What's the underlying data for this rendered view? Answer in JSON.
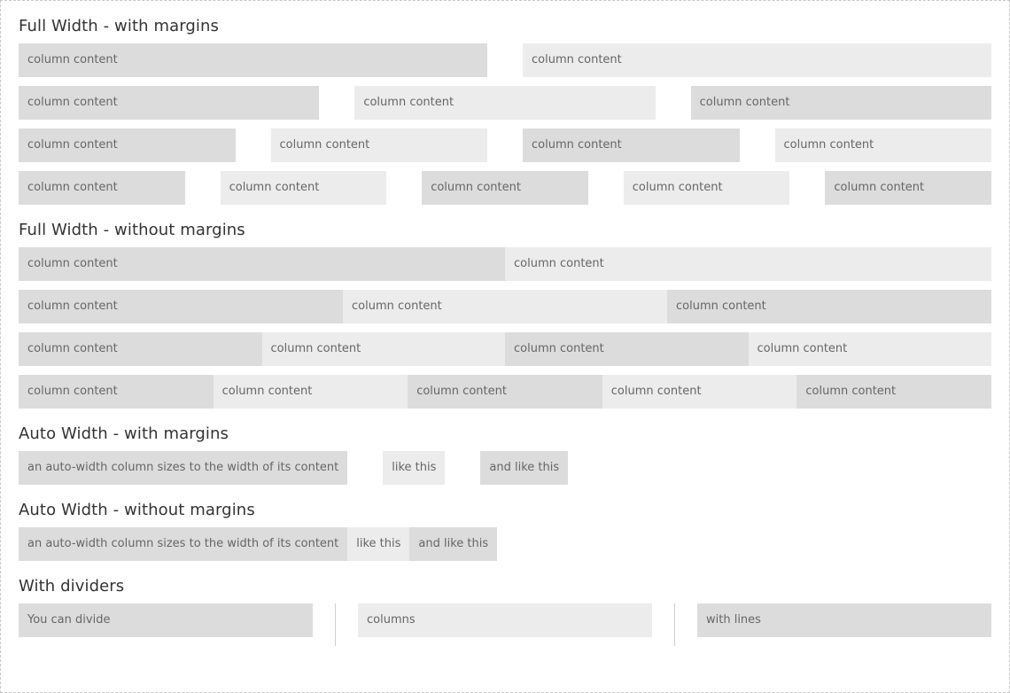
{
  "sections": {
    "full_margins": {
      "title": "Full Width - with margins",
      "rows": [
        [
          "column content",
          "column content"
        ],
        [
          "column content",
          "column content",
          "column content"
        ],
        [
          "column content",
          "column content",
          "column content",
          "column content"
        ],
        [
          "column content",
          "column content",
          "column content",
          "column content",
          "column content"
        ]
      ]
    },
    "full_nomargins": {
      "title": "Full Width - without margins",
      "rows": [
        [
          "column content",
          "column content"
        ],
        [
          "column content",
          "column content",
          "column content"
        ],
        [
          "column content",
          "column content",
          "column content",
          "column content"
        ],
        [
          "column content",
          "column content",
          "column content",
          "column content",
          "column content"
        ]
      ]
    },
    "auto_margins": {
      "title": "Auto Width - with margins",
      "cells": [
        "an auto-width column sizes to the width of its content",
        "like this",
        "and like this"
      ]
    },
    "auto_nomargins": {
      "title": "Auto Width - without margins",
      "cells": [
        "an auto-width column sizes to the width of its content",
        "like this",
        "and like this"
      ]
    },
    "dividers": {
      "title": "With dividers",
      "cells": [
        "You can divide",
        "columns",
        "with lines"
      ]
    }
  },
  "colors": {
    "dark_cell": "#dcdcdc",
    "light_cell": "#ececec",
    "text": "#666666",
    "heading": "#333333",
    "frame_border": "#c8c8c8"
  }
}
